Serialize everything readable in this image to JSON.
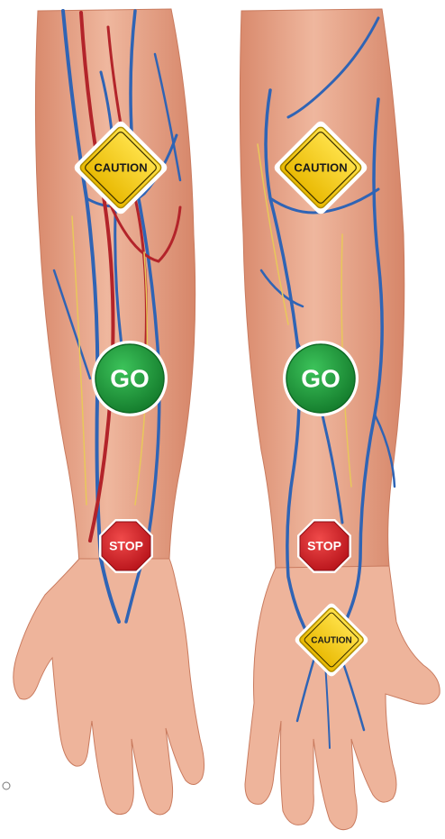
{
  "colors": {
    "skin": "#e9a58a",
    "skin_light": "#f2c4ae",
    "skin_shadow": "#cf8065",
    "vein": "#2f64b5",
    "artery": "#b3242a",
    "nerve": "#e8c85a",
    "caution_fill": "#f5cf14",
    "caution_border": "#c9a400",
    "go_fill": "#1f9a3c",
    "stop_fill": "#d9252a"
  },
  "markers": [
    {
      "type": "caution",
      "text": "CAUTION",
      "icon": "caution-diamond-icon"
    },
    {
      "type": "caution",
      "text": "CAUTION",
      "icon": "caution-diamond-icon"
    },
    {
      "type": "go",
      "text": "GO",
      "icon": "go-circle-icon"
    },
    {
      "type": "go",
      "text": "GO",
      "icon": "go-circle-icon"
    },
    {
      "type": "stop",
      "text": "STOP",
      "icon": "stop-octagon-icon"
    },
    {
      "type": "stop",
      "text": "STOP",
      "icon": "stop-octagon-icon"
    },
    {
      "type": "caution",
      "text": "CAUTION",
      "icon": "caution-diamond-icon"
    }
  ]
}
